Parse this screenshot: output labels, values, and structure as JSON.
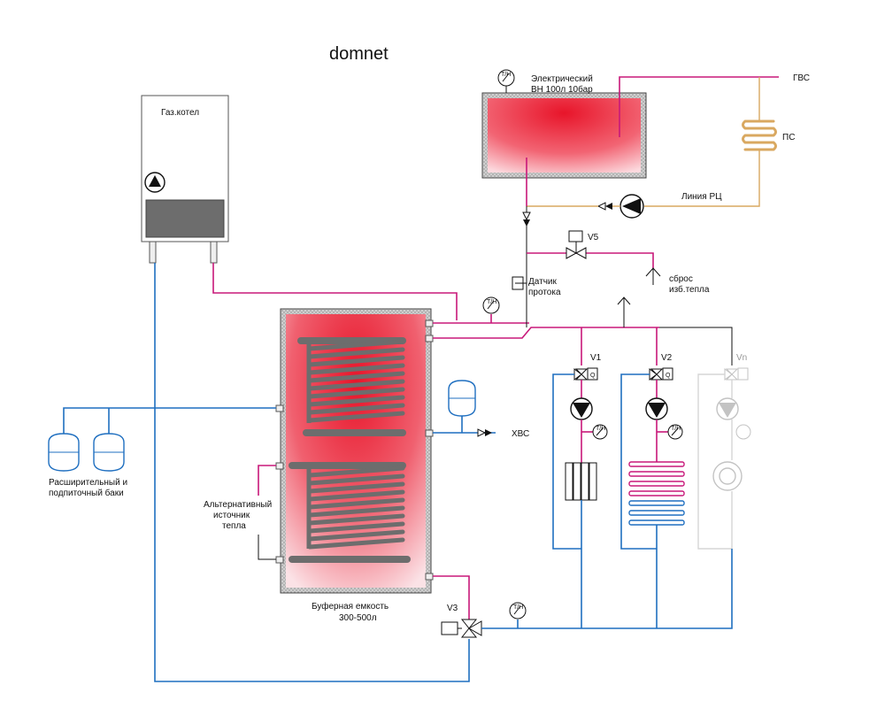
{
  "title": "domnet",
  "labels": {
    "boiler": "Газ.котел",
    "ewh_line1": "Электрический",
    "ewh_line2": "ВН 100л 10бар",
    "gvs": "ГВС",
    "ps": "ПС",
    "recirc": "Линия РЦ",
    "v5": "V5",
    "flow_sensor_1": "Датчик",
    "flow_sensor_2": "протока",
    "dump_1": "сброс",
    "dump_2": "изб.тепла",
    "v1": "V1",
    "v2": "V2",
    "vn": "Vn",
    "q": "Q",
    "tp": "Т/Н",
    "xvs": "ХВС",
    "alt_1": "Альтернативный",
    "alt_2": "источник",
    "alt_3": "тепла",
    "exp_1": "Расширительный и",
    "exp_2": "подпиточный баки",
    "buffer_1": "Буферная емкость",
    "buffer_2": "300-500л",
    "v3": "V3"
  },
  "colors": {
    "supply": "#c8187a",
    "return": "#1f6fc0",
    "dhw": "#d9a860",
    "tank_hot": "#e8152a",
    "coil": "#6d6d6d"
  },
  "icons": [
    "pump-icon",
    "gauge-icon",
    "valve-icon",
    "check-valve-icon",
    "expansion-tank-icon",
    "radiator-icon",
    "floor-heating-icon",
    "heat-exchanger-icon",
    "flow-sensor-icon",
    "vent-arrow-icon"
  ]
}
